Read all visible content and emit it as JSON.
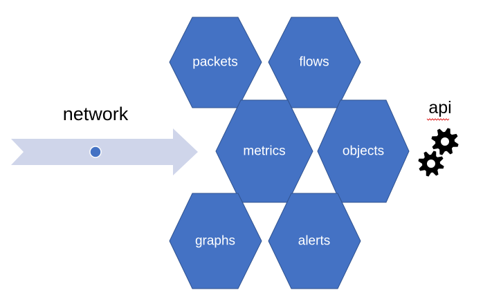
{
  "diagram": {
    "input_label": "network",
    "api_label": "api",
    "colors": {
      "hex_fill": "#4472C4",
      "hex_stroke": "#2F528F",
      "hex_text": "#FFFFFF",
      "arrow_fill": "#CFD5EA",
      "arrow_dot": "#4472C4",
      "gear": "#000000"
    },
    "hexagons": {
      "packets": "packets",
      "flows": "flows",
      "metrics": "metrics",
      "objects": "objects",
      "graphs": "graphs",
      "alerts": "alerts"
    },
    "icons": [
      "gear-icon",
      "gear-icon"
    ]
  }
}
